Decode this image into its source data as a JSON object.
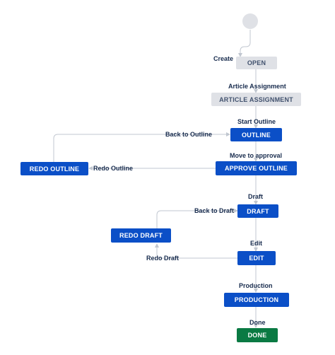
{
  "colors": {
    "blue": "#0b4fc7",
    "gray": "#dfe1e6",
    "green": "#0a7a43",
    "start": "#dfe1e6",
    "line": "#c1c7d0"
  },
  "statuses": {
    "open": "OPEN",
    "article_assignment": "ARTICLE ASSIGNMENT",
    "outline": "OUTLINE",
    "redo_outline": "REDO OUTLINE",
    "approve_outline": "APPROVE OUTLINE",
    "draft": "DRAFT",
    "redo_draft": "REDO DRAFT",
    "edit": "EDIT",
    "production": "PRODUCTION",
    "done": "DONE"
  },
  "transitions": {
    "create": "Create",
    "article_assignment": "Article Assignment",
    "start_outline": "Start Outline",
    "back_to_outline": "Back to Outline",
    "move_to_approval": "Move to approval",
    "redo_outline": "Redo Outline",
    "draft": "Draft",
    "back_to_draft": "Back to Draft",
    "edit": "Edit",
    "redo_draft": "Redo Draft",
    "production": "Production",
    "done": "Done"
  }
}
